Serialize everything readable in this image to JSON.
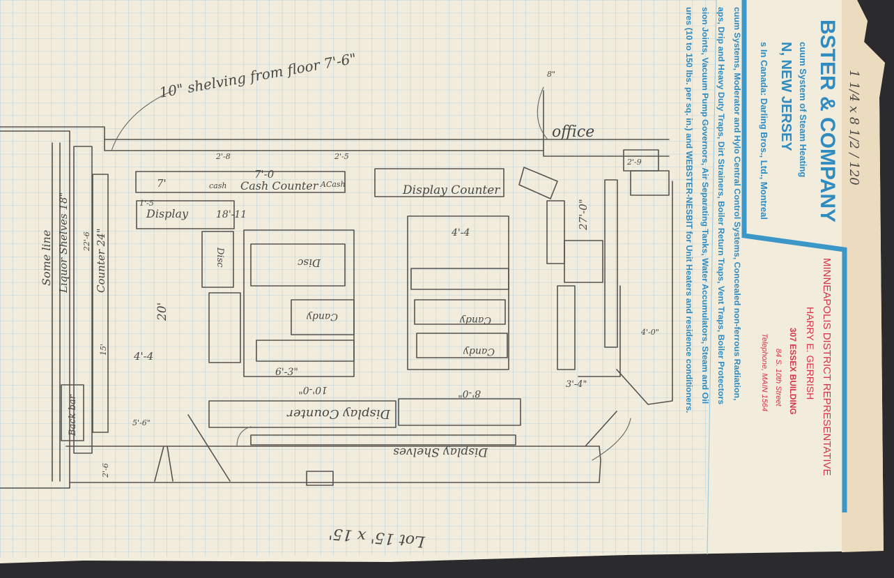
{
  "letterhead": {
    "company": "BSTER & COMPANY",
    "line_system": "cuum System of Steam Heating",
    "city": "N, NEW JERSEY",
    "canada": "s  In Canada: Darling Bros., Ltd., Montreal",
    "products": [
      "cuum Systems, Moderator and Hylo Central Control Systems, Concealed non-ferrous Radiation,",
      "aps, Drip and Heavy Duty Traps, Dirt Strainers, Boiler Return Traps, Vent Traps, Boiler Protectors",
      "sion Joints, Vacuum Pump Governors, Air Separating Tanks, Water Accumulators, Steam and Oil",
      "ures (10 to 150 lbs. per sq. in.) and WEBSTER-NESBIT for Unit Heaters and residence conditioners."
    ],
    "district": {
      "title": "MINNEAPOLIS DISTRICT REPRESENTATIVE",
      "name": "HARRY E. GERRISH",
      "building": "307 ESSEX BUILDING",
      "street": "84 S. 10th Street",
      "phone": "Telephone, MAIN 1564"
    }
  },
  "annotations": {
    "shelving": "10\" shelving from floor 7'-6\"",
    "office": "office",
    "cash_counter": "Cash Counter",
    "cash_left": "cash",
    "cash_right": "ACash",
    "display_counter_top": "Display Counter",
    "display_left": "Display",
    "display_bottom": "Display Counter",
    "display_shelves": "Display Shelves",
    "liquor_shelves": "Liquor Shelves 18\"",
    "counter_24": "Counter 24\"",
    "back_bar": "Back bar",
    "some_label": "Some line",
    "lot": "Lot 15' x 15'",
    "candy_1": "Candy",
    "candy_2": "Candy",
    "candy_3": "Candy",
    "disc_1": "Disc",
    "disc_2": "Disc",
    "dim_7ft": "7'",
    "dim_7_0": "7'-0",
    "dim_18_11": "18'-11",
    "dim_4_4a": "4'-4",
    "dim_4_4b": "4'-4",
    "dim_20": "20'",
    "dim_6_3": "6'-3\"",
    "dim_10_0": "10'-0\"",
    "dim_8_0": "8'-0\"",
    "dim_27_0": "27'-0\"",
    "dim_3_4": "3'-4\"",
    "dim_2_8": "2'-8",
    "dim_2_5": "2'-5",
    "dim_2_9": "2'-9",
    "dim_1_5": "1'-5",
    "dim_22_6": "22'-6",
    "dim_15": "15'",
    "dim_8a": "8\"",
    "dim_4_0": "4'-0\"",
    "dim_5_6": "5'-6\"",
    "dim_2_6": "2'-6",
    "margin_fraction": "1 1/4 x 8 1/2 / 120"
  }
}
